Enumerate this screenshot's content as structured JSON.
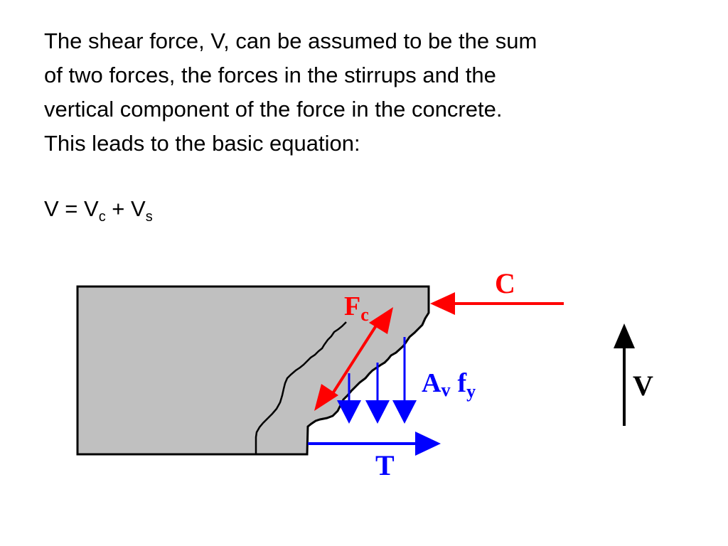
{
  "paragraph": {
    "lines": [
      "The shear force, V, can be assumed to be the sum",
      "of two forces, the forces in the stirrups and the",
      "vertical component of the force in the concrete.",
      "This leads to the basic equation:"
    ]
  },
  "equation": {
    "lhs": "V = V",
    "sub1": "c",
    "plus": " + V",
    "sub2": "s"
  },
  "diagram": {
    "labels": {
      "C": "C",
      "Fc_main": "F",
      "Fc_sub": "c",
      "Av_main": "A",
      "Av_sub": "v",
      "fy_main": "f",
      "fy_sub": "y",
      "T": "T",
      "V": "V"
    },
    "colors": {
      "concrete_fill": "#c0c0c0",
      "outline": "#000000",
      "compression": "#ff0000",
      "steel": "#0000ff",
      "shear": "#000000"
    }
  }
}
